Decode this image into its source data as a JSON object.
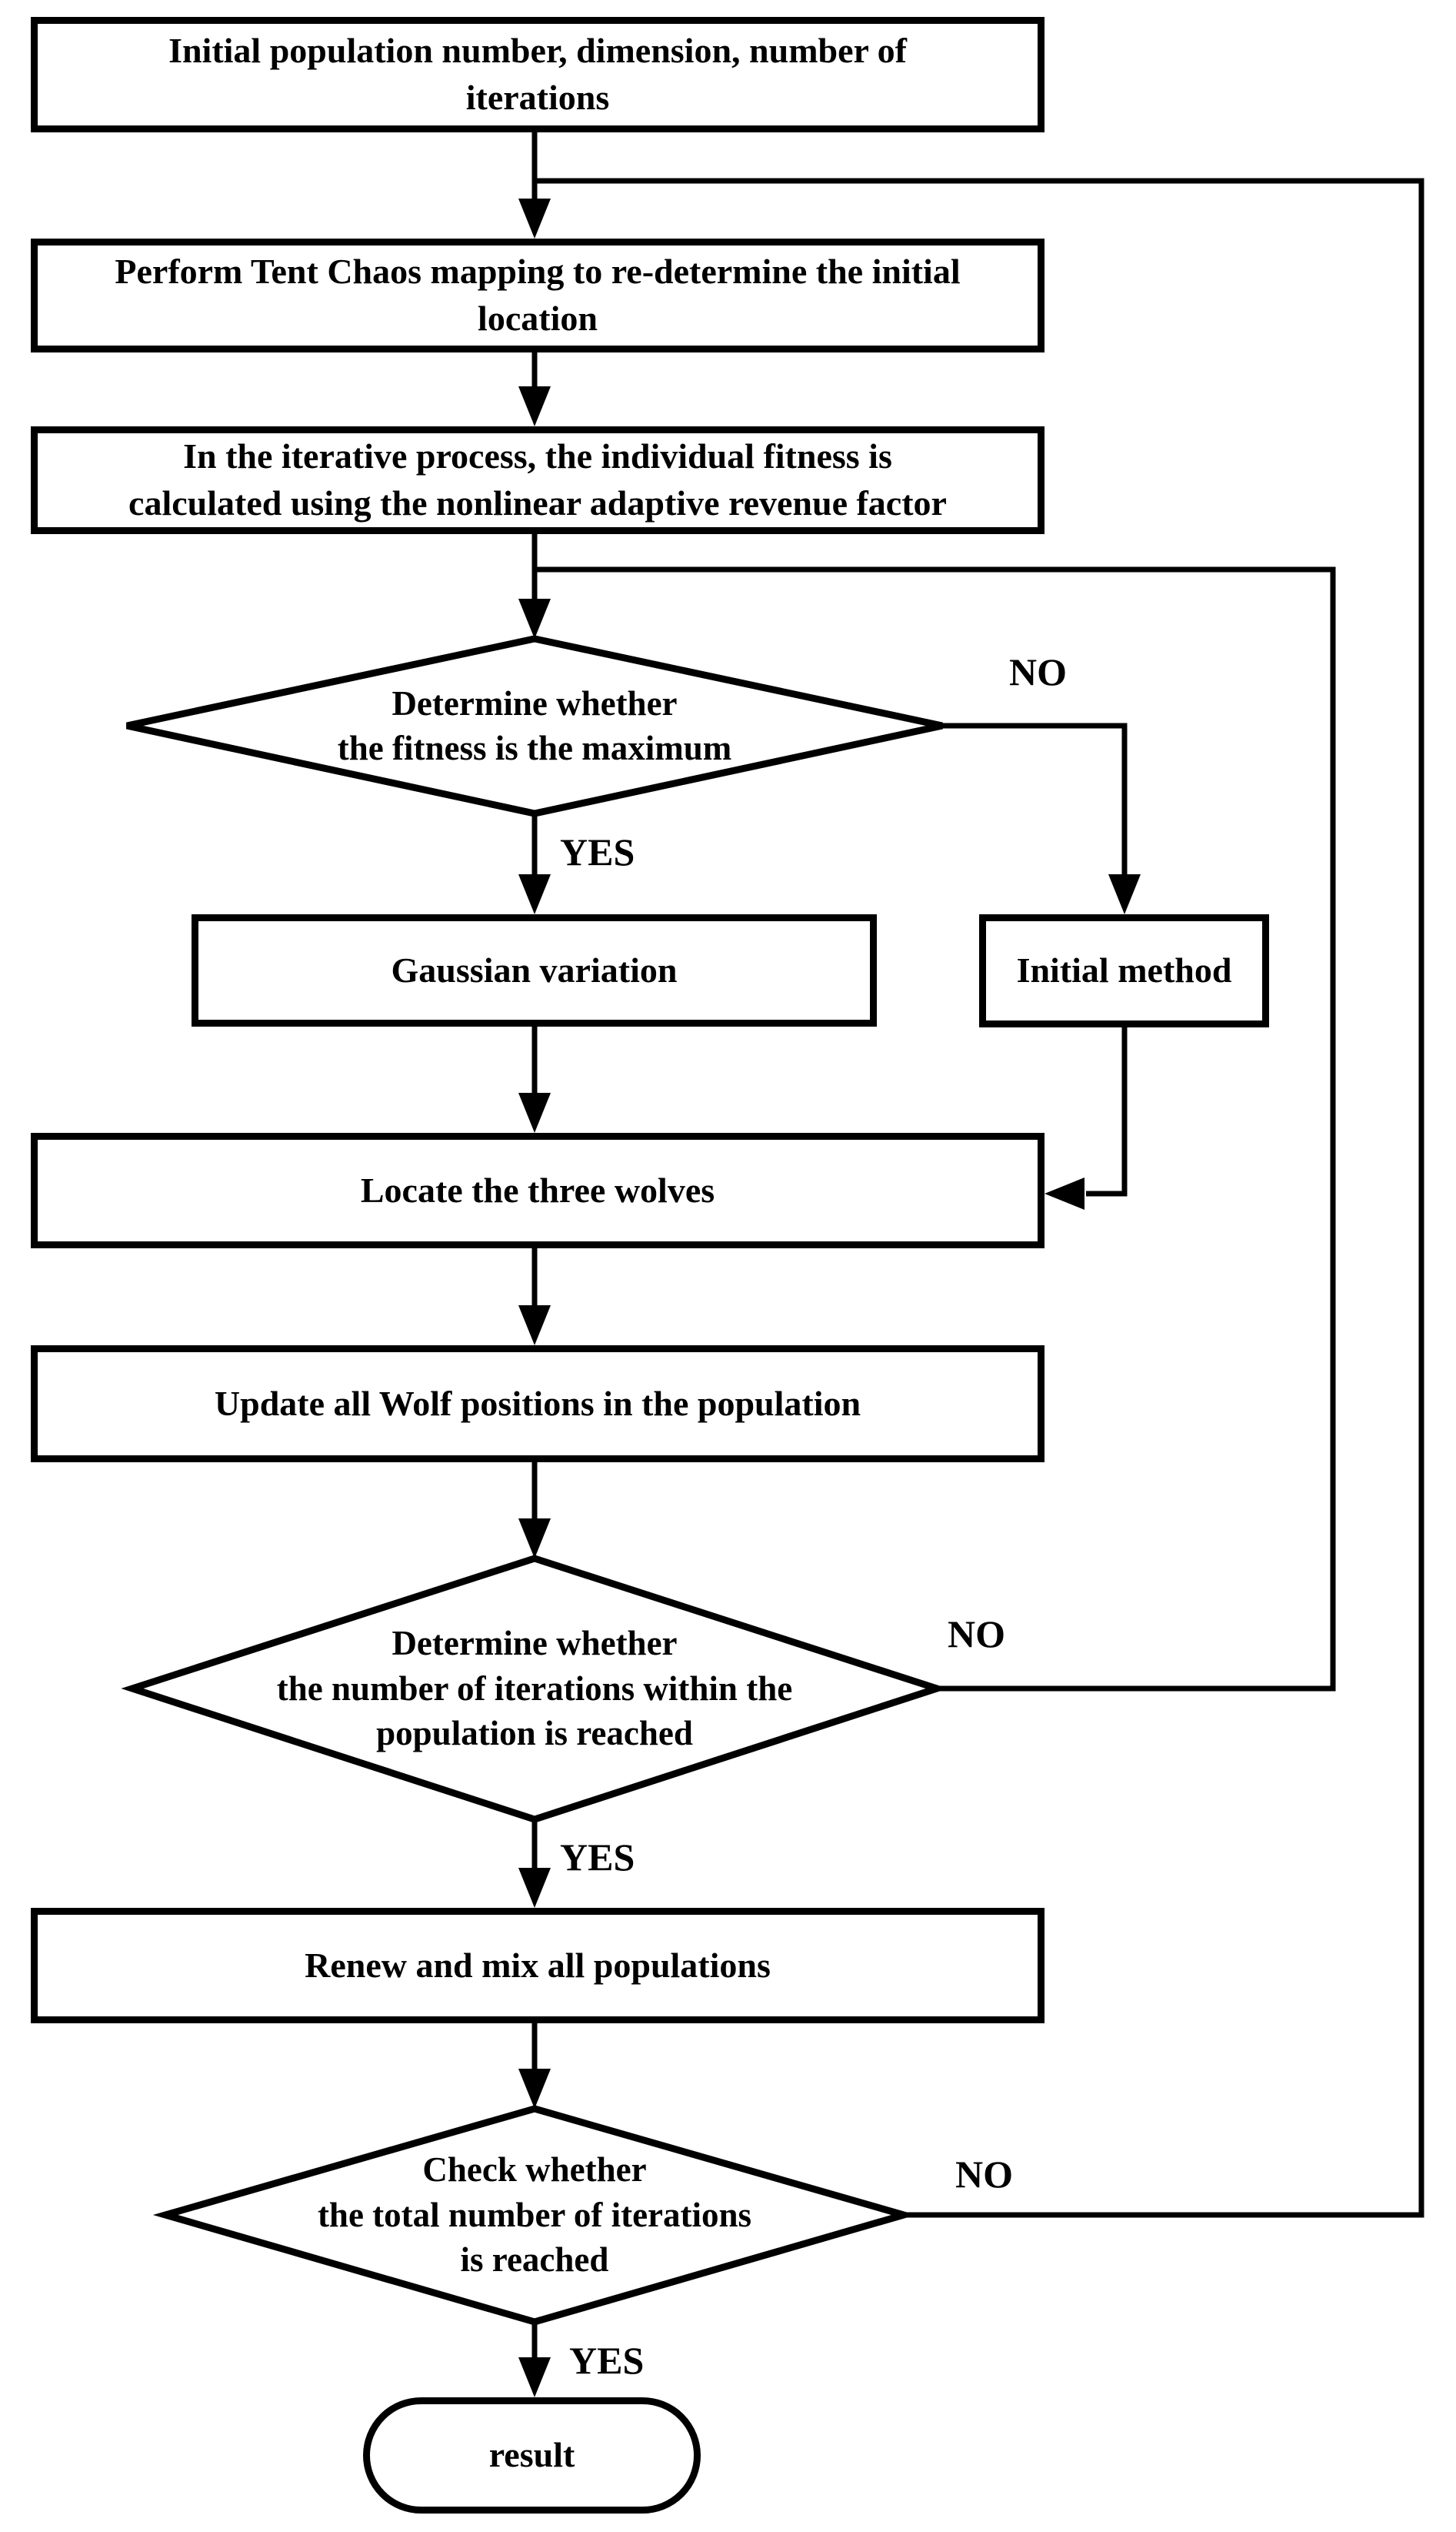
{
  "flowchart": {
    "colors": {
      "stroke": "#000000",
      "background": "#ffffff"
    },
    "nodes": {
      "init": {
        "type": "process",
        "label": "Initial population number, dimension, number of\niterations"
      },
      "tent_chaos": {
        "type": "process",
        "label": "Perform Tent Chaos mapping to re-determine the initial\nlocation"
      },
      "fitness": {
        "type": "process",
        "label": "In the iterative process, the individual fitness is\ncalculated using the nonlinear adaptive revenue factor"
      },
      "fitness_max_decision": {
        "type": "decision",
        "label": "Determine whether\nthe fitness is the maximum"
      },
      "gaussian": {
        "type": "process",
        "label": "Gaussian variation"
      },
      "initial_method": {
        "type": "process",
        "label": "Initial method"
      },
      "locate_wolves": {
        "type": "process",
        "label": "Locate the three wolves"
      },
      "update_positions": {
        "type": "process",
        "label": "Update all Wolf positions in the population"
      },
      "inner_iterations_decision": {
        "type": "decision",
        "label": "Determine whether\nthe number of iterations within the\npopulation is reached"
      },
      "renew_mix": {
        "type": "process",
        "label": "Renew and mix all populations"
      },
      "total_iterations_decision": {
        "type": "decision",
        "label": "Check whether\nthe total number of iterations\nis reached"
      },
      "result": {
        "type": "terminator",
        "label": "result"
      }
    },
    "edge_labels": {
      "fitness_yes": "YES",
      "fitness_no": "NO",
      "inner_yes": "YES",
      "inner_no": "NO",
      "total_yes": "YES",
      "total_no": "NO"
    }
  }
}
